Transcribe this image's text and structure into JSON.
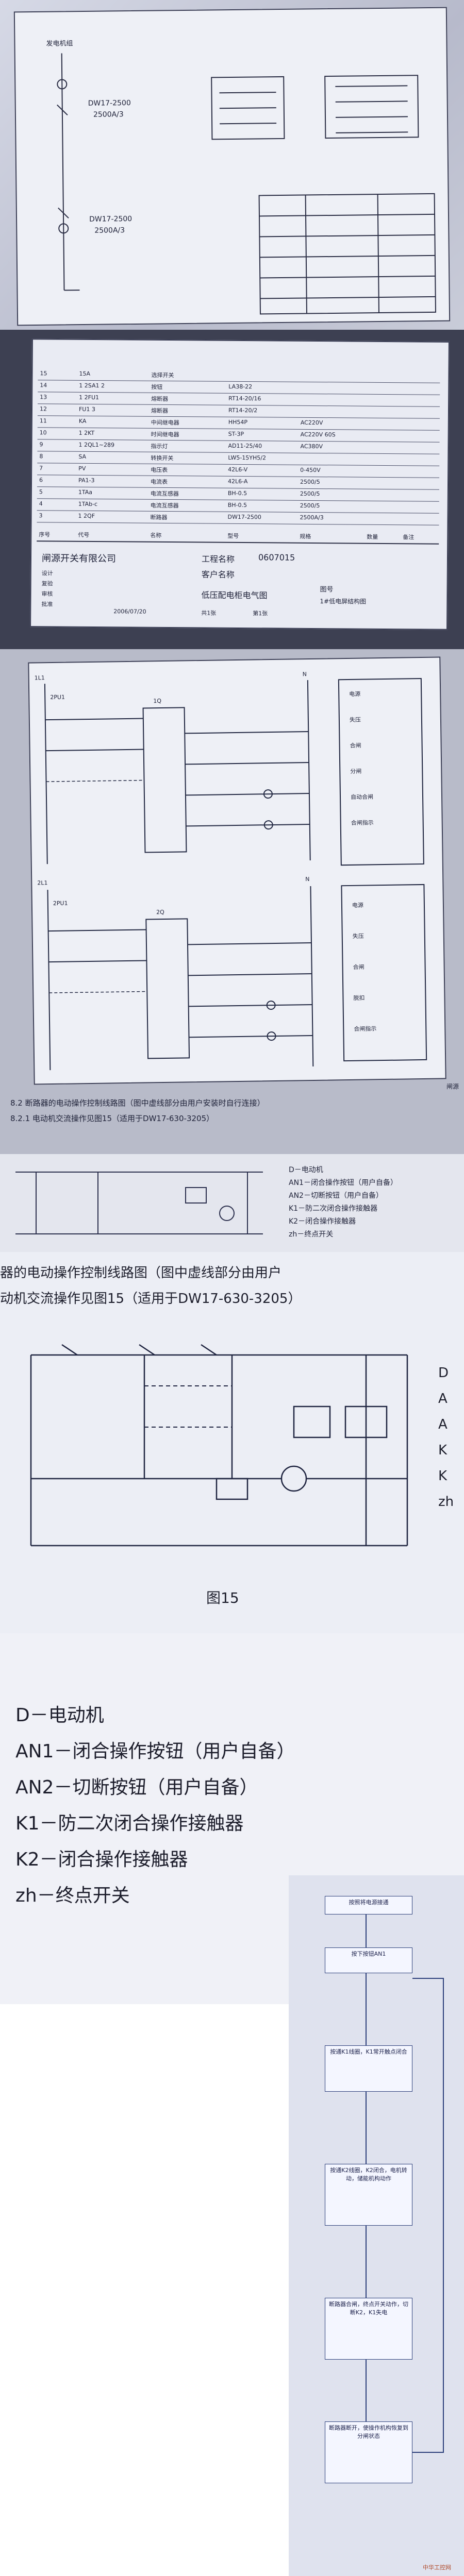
{
  "panel1": {
    "generator_label": "发电机组",
    "breaker1": "DW17-2500",
    "breaker1_rating": "2500A/3",
    "breaker2": "DW17-2500",
    "breaker2_rating": "2500A/3"
  },
  "panel2": {
    "parts": [
      {
        "no": "15",
        "code": "15A",
        "name": "选择开关",
        "model": "",
        "spec": ""
      },
      {
        "no": "14",
        "code": "1 2SA1 2",
        "name": "按钮",
        "model": "LA38-22",
        "spec": ""
      },
      {
        "no": "13",
        "code": "1 2FU1",
        "name": "熔断器",
        "model": "RT14-20/16",
        "spec": ""
      },
      {
        "no": "12",
        "code": "FU1 3",
        "name": "熔断器",
        "model": "RT14-20/2",
        "spec": ""
      },
      {
        "no": "11",
        "code": "KA",
        "name": "中间继电器",
        "model": "HH54P",
        "spec": "AC220V"
      },
      {
        "no": "10",
        "code": "1 2KT",
        "name": "时间继电器",
        "model": "ST-3P",
        "spec": "AC220V 60S"
      },
      {
        "no": "9",
        "code": "1 2QL1~289",
        "name": "指示灯",
        "model": "AD11-25/40",
        "spec": "AC380V"
      },
      {
        "no": "8",
        "code": "SA",
        "name": "转换开关",
        "model": "LW5-15YH5/2",
        "spec": ""
      },
      {
        "no": "7",
        "code": "PV",
        "name": "电压表",
        "model": "42L6-V",
        "spec": "0-450V"
      },
      {
        "no": "6",
        "code": "PA1-3",
        "name": "电流表",
        "model": "42L6-A",
        "spec": "2500/5"
      },
      {
        "no": "5",
        "code": "1TAa",
        "name": "电流互感器",
        "model": "BH-0.5",
        "spec": "2500/5"
      },
      {
        "no": "4",
        "code": "1TAb-c",
        "name": "电流互感器",
        "model": "BH-0.5",
        "spec": "2500/5"
      },
      {
        "no": "3",
        "code": "1 2QF",
        "name": "断路器",
        "model": "DW17-2500",
        "spec": "2500A/3"
      }
    ],
    "header": {
      "no": "序号",
      "code": "代号",
      "name": "名称",
      "model": "型号",
      "spec": "规格",
      "qty": "数量",
      "note": "备注"
    },
    "company": "闸源开关有限公司",
    "project_no_label": "工程名称",
    "project_no": "0607015",
    "client_label": "客户名称",
    "drawing_title": "低压配电柜电气图",
    "drawing_code_label": "图号",
    "drawing_code": "1#低电屏结构图",
    "date": "2006/07/20",
    "pages": "共1张",
    "page": "第1张",
    "row_labels": [
      "设计",
      "复验",
      "审核",
      "批准"
    ]
  },
  "panel3": {
    "labels_top": [
      "1L1",
      "2PU1",
      "1Q",
      "N"
    ],
    "labels_bottom": [
      "2L1",
      "2PU1",
      "2Q",
      "N"
    ],
    "legend_top": [
      "电源",
      "失压",
      "合闸",
      "分闸",
      "自动合闸",
      "合闸指示"
    ],
    "legend_bottom": [
      "电源",
      "失压",
      "合闸",
      "脱扣",
      "合闸指示"
    ],
    "caption1": "8.2 断路器的电动操作控制线路图（图中虚线部分由用户安装时自行连接）",
    "caption2": "8.2.1 电动机交流操作见图15（适用于DW17-630-3205）",
    "side_note": "闸源"
  },
  "panel4": {
    "small_legend": [
      "D－电动机",
      "AN1－闭合操作按钮（用户自备）",
      "AN2－切断按钮（用户自备）",
      "K1－防二次闭合操作接触器",
      "K2－闭合操作接触器",
      "zh－终点开关"
    ]
  },
  "panel5": {
    "heading1": "器的电动操作控制线路图（图中虚线部分由用户",
    "heading2": "动机交流操作见图15（适用于DW17-630-3205）",
    "figure": "图15",
    "side_letters": [
      "D",
      "A",
      "A",
      "K",
      "K",
      "zh"
    ]
  },
  "panel6": {
    "legend": [
      "D－电动机",
      "AN1－闭合操作按钮（用户自备）",
      "AN2－切断按钮（用户自备）",
      "K1－防二次闭合操作接触器",
      "K2－闭合操作接触器",
      "zh－终点开关"
    ]
  },
  "panel7": {
    "steps": [
      "按照将电源接通",
      "按下按钮AN1",
      "按通K1线圈，K1常开触点闭合",
      "按通K2线圈，K2闭合，电机转动，储能机构动作",
      "断路器合闸，终点开关动作，切断K2，K1失电",
      "断路器断开，使操作机构恢复到分闸状态"
    ]
  },
  "watermark": "中华工控网"
}
